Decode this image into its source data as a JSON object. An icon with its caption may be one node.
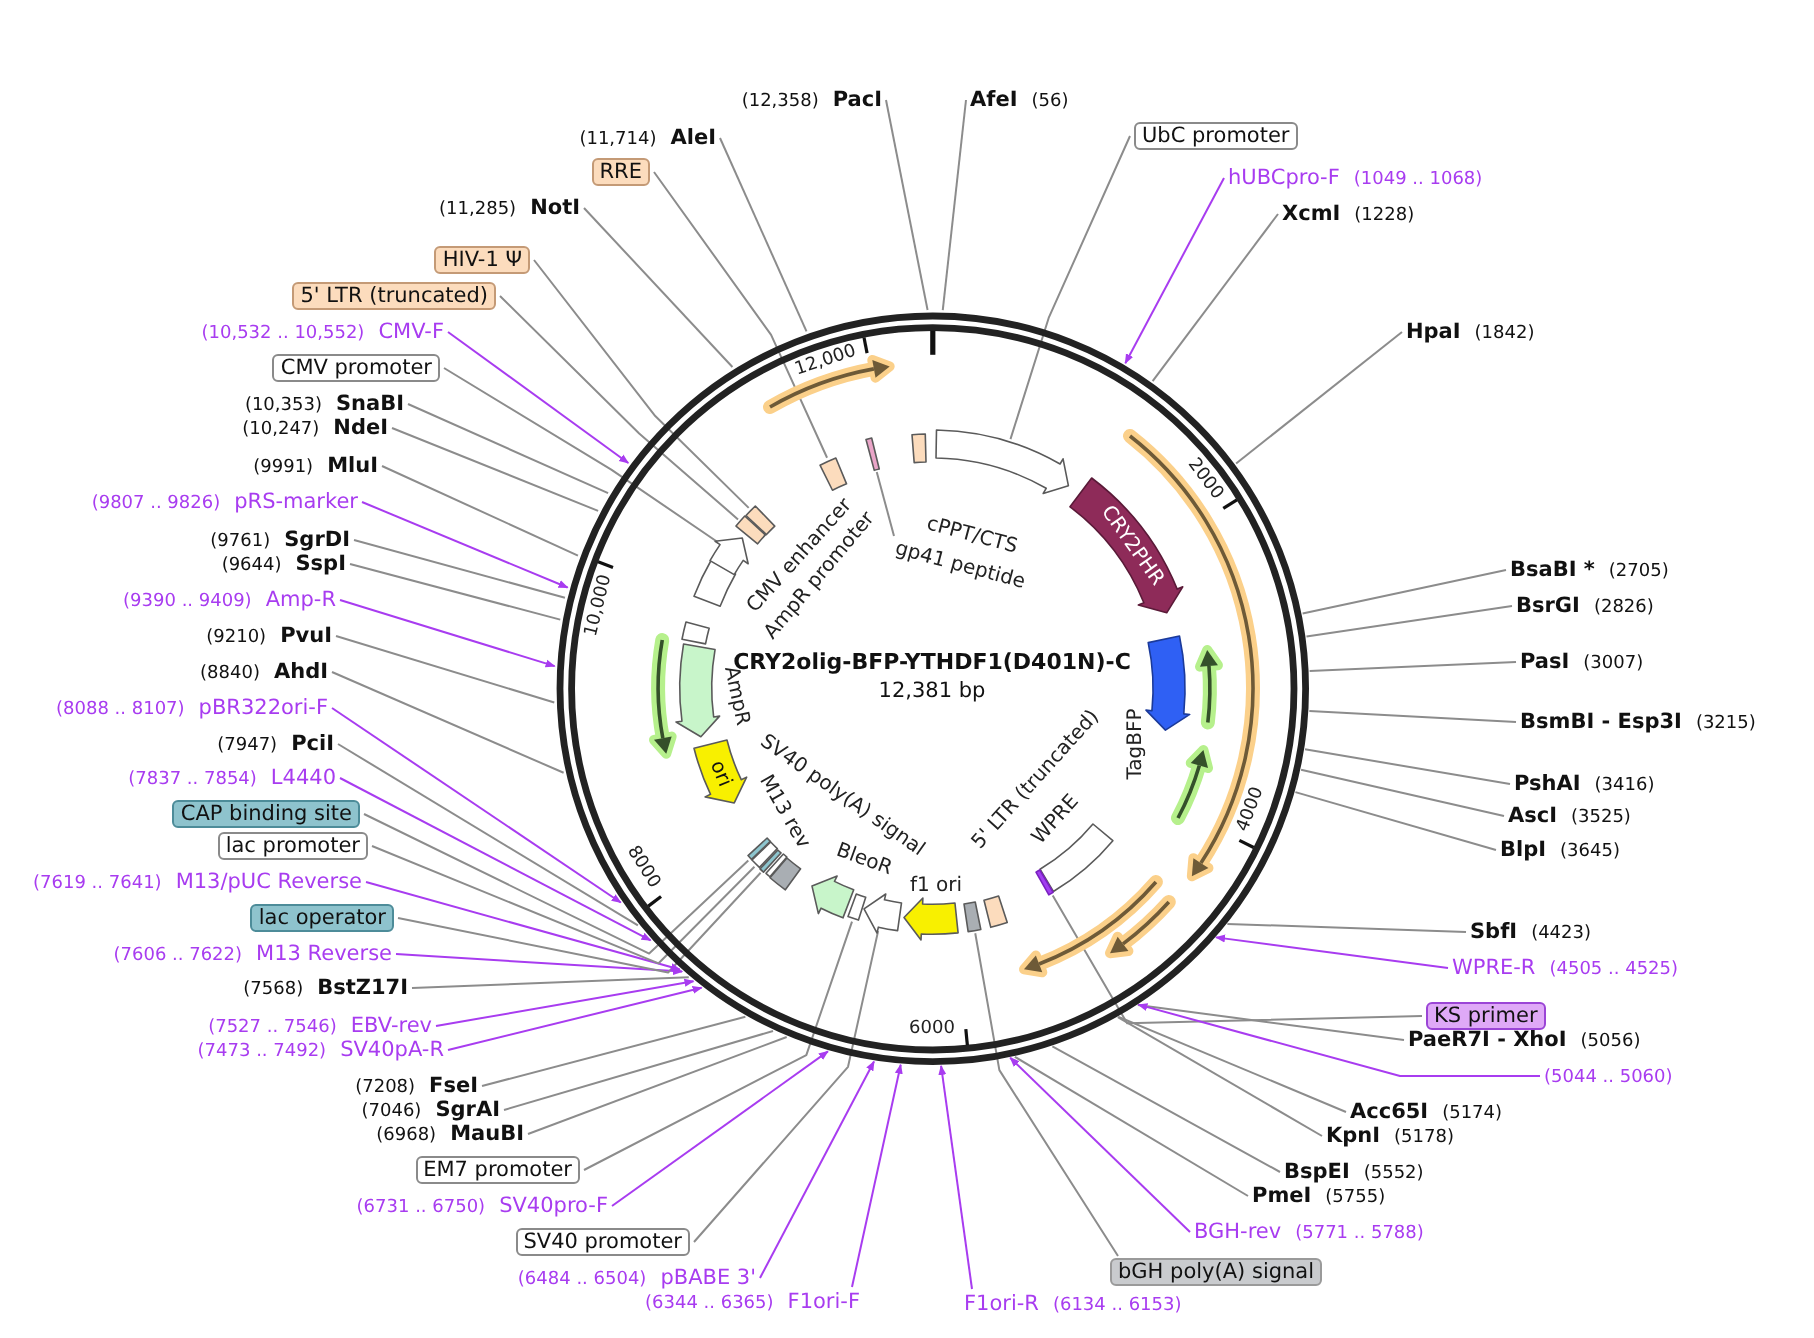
{
  "diagram": {
    "nodes": [
      {
        "text": [
          "CRY2olig-BFP-YTHDF1(D401N)-C",
          "12,381 bp"
        ]
      },
      {
        "text": [
          "cPPT/CTS"
        ],
        "in": 0
      },
      {
        "text": [
          "gp41 peptide"
        ],
        "in": 0
      },
      {
        "text": [
          "CRY2PHR"
        ],
        "in": 0
      },
      {
        "text": [
          "TagBFP"
        ],
        "in": 0
      },
      {
        "text": [
          "WPRE"
        ],
        "in": 0
      },
      {
        "text": [
          "5' LTR (truncated)"
        ],
        "in": 0
      },
      {
        "text": [
          "f1 ori"
        ],
        "in": 0
      },
      {
        "text": [
          "BleoR"
        ],
        "in": 0
      },
      {
        "text": [
          "SV40 poly(A) signal"
        ],
        "in": 0
      },
      {
        "text": [
          "M13 rev"
        ],
        "in": 0
      },
      {
        "text": [
          "ori"
        ],
        "in": 0
      },
      {
        "text": [
          "AmpR"
        ],
        "in": 0
      },
      {
        "text": [
          "AmpR promoter"
        ],
        "in": 0
      },
      {
        "text": [
          "CMV enhancer"
        ],
        "in": 0
      },
      {
        "text": [],
        "shape": "arrow",
        "in": 0
      },
      {
        "text": [],
        "shape": "box",
        "in": 0
      },
      {
        "text": [],
        "shape": "box",
        "in": 0
      },
      {
        "text": [],
        "shape": "arrow",
        "in": 0
      },
      {
        "text": [],
        "shape": "box",
        "in": 0
      },
      {
        "text": [],
        "shape": "box",
        "in": 0
      },
      {
        "text": [],
        "shape": "box",
        "in": 0
      },
      {
        "text": [],
        "shape": "box",
        "in": 0
      },
      {
        "text": [],
        "shape": "arrow",
        "in": 0
      },
      {
        "text": [],
        "shape": "box",
        "in": 0
      },
      {
        "text": [],
        "shape": "box",
        "in": 0
      },
      {
        "text": [],
        "shape": "box",
        "in": 0
      },
      {
        "text": [
          "AfeI",
          "(56)"
        ]
      },
      {
        "text": [
          "UbC promoter"
        ]
      },
      {
        "text": [
          "hUBCpro-F",
          "(1049 .. 1068)"
        ]
      },
      {
        "text": [
          "XcmI",
          "(1228)"
        ]
      },
      {
        "text": [
          "HpaI",
          "(1842)"
        ]
      },
      {
        "text": [
          "BsaBI *",
          "(2705)"
        ]
      },
      {
        "text": [
          "BsrGI",
          "(2826)"
        ]
      },
      {
        "text": [
          "PasI",
          "(3007)"
        ]
      },
      {
        "text": [
          "BsmBI - Esp3I",
          "(3215)"
        ]
      },
      {
        "text": [
          "PshAI",
          "(3416)"
        ]
      },
      {
        "text": [
          "AscI",
          "(3525)"
        ]
      },
      {
        "text": [
          "BlpI",
          "(3645)"
        ]
      },
      {
        "text": [
          "SbfI",
          "(4423)"
        ]
      },
      {
        "text": [
          "WPRE-R",
          "(4505 .. 4525)"
        ]
      },
      {
        "text": [
          "KS primer"
        ]
      },
      {
        "text": [
          "PaeR7I - XhoI",
          "(5056)"
        ]
      },
      {
        "text": [
          "(5044 .. 5060)"
        ]
      },
      {
        "text": [
          "Acc65I",
          "(5174)"
        ]
      },
      {
        "text": [
          "KpnI",
          "(5178)"
        ]
      },
      {
        "text": [
          "BspEI",
          "(5552)"
        ]
      },
      {
        "text": [
          "PmeI",
          "(5755)"
        ]
      },
      {
        "text": [
          "BGH-rev",
          "(5771 .. 5788)"
        ]
      },
      {
        "text": [
          "bGH poly(A) signal"
        ]
      },
      {
        "text": [
          "F1ori-R",
          "(6134 .. 6153)"
        ]
      },
      {
        "text": [
          "(6344 .. 6365)",
          "F1ori-F"
        ]
      },
      {
        "text": [
          "(6484 .. 6504)",
          "pBABE 3'"
        ]
      },
      {
        "text": [
          "SV40 promoter"
        ]
      },
      {
        "text": [
          "(6731 .. 6750)",
          "SV40pro-F"
        ]
      },
      {
        "text": [
          "EM7 promoter"
        ]
      },
      {
        "text": [
          "(6968)",
          "MauBI"
        ]
      },
      {
        "text": [
          "(7046)",
          "SgrAI"
        ]
      },
      {
        "text": [
          "(7208)",
          "FseI"
        ]
      },
      {
        "text": [
          "(7473 .. 7492)",
          "SV40pA-R"
        ]
      },
      {
        "text": [
          "(7527 .. 7546)",
          "EBV-rev"
        ]
      },
      {
        "text": [
          "(7568)",
          "BstZ17I"
        ]
      },
      {
        "text": [
          "(7606 .. 7622)",
          "M13 Reverse"
        ]
      },
      {
        "text": [
          "lac operator"
        ]
      },
      {
        "text": [
          "(7619 .. 7641)",
          "M13/pUC Reverse"
        ]
      },
      {
        "text": [
          "lac promoter"
        ]
      },
      {
        "text": [
          "CAP binding site"
        ]
      },
      {
        "text": [
          "(7837 .. 7854)",
          "L4440"
        ]
      },
      {
        "text": [
          "(7947)",
          "PciI"
        ]
      },
      {
        "text": [
          "(8088 .. 8107)",
          "pBR322ori-F"
        ]
      },
      {
        "text": [
          "(8840)",
          "AhdI"
        ]
      },
      {
        "text": [
          "(9210)",
          "PvuI"
        ]
      },
      {
        "text": [
          "(9390 .. 9409)",
          "Amp-R"
        ]
      },
      {
        "text": [
          "(9644)",
          "SspI"
        ]
      },
      {
        "text": [
          "(9761)",
          "SgrDI"
        ]
      },
      {
        "text": [
          "(9807 .. 9826)",
          "pRS-marker"
        ]
      },
      {
        "text": [
          "(9991)",
          "MluI"
        ]
      },
      {
        "text": [
          "(10,247)",
          "NdeI"
        ]
      },
      {
        "text": [
          "(10,353)",
          "SnaBI"
        ]
      },
      {
        "text": [
          "CMV promoter"
        ]
      },
      {
        "text": [
          "(10,532 .. 10,552)",
          "CMV-F"
        ]
      },
      {
        "text": [
          "5' LTR (truncated)"
        ]
      },
      {
        "text": [
          "HIV-1 Ψ"
        ]
      },
      {
        "text": [
          "(11,285)",
          "NotI"
        ]
      },
      {
        "text": [
          "RRE"
        ]
      },
      {
        "text": [
          "(11,714)",
          "AleI"
        ]
      },
      {
        "text": [
          "(12,358)",
          "PacI"
        ]
      },
      {
        "text": [],
        "shape": "box",
        "in": 0
      }
    ],
    "edges": [
      {
        "from": 27,
        "to": 0,
        "arrow": "none"
      },
      {
        "from": 28,
        "to": 15,
        "arrow": "none"
      },
      {
        "from": 29,
        "to": 0,
        "arrow": "to",
        "color": "#a83cf0"
      },
      {
        "from": 30,
        "to": 0,
        "arrow": "none"
      },
      {
        "from": 31,
        "to": 0,
        "arrow": "none"
      },
      {
        "from": 32,
        "to": 0,
        "arrow": "none"
      },
      {
        "from": 33,
        "to": 0,
        "arrow": "none"
      },
      {
        "from": 34,
        "to": 0,
        "arrow": "none"
      },
      {
        "from": 35,
        "to": 0,
        "arrow": "none"
      },
      {
        "from": 36,
        "to": 0,
        "arrow": "none"
      },
      {
        "from": 37,
        "to": 0,
        "arrow": "none"
      },
      {
        "from": 38,
        "to": 0,
        "arrow": "none"
      },
      {
        "from": 39,
        "to": 0,
        "arrow": "none"
      },
      {
        "from": 40,
        "to": 0,
        "arrow": "to",
        "color": "#a83cf0"
      },
      {
        "from": 41,
        "to": 16,
        "arrow": "none"
      },
      {
        "from": 42,
        "to": 0,
        "arrow": "none"
      },
      {
        "from": 43,
        "to": 0,
        "arrow": "to",
        "color": "#a83cf0"
      },
      {
        "from": 44,
        "to": 0,
        "arrow": "none"
      },
      {
        "from": 45,
        "to": 0,
        "arrow": "none"
      },
      {
        "from": 46,
        "to": 0,
        "arrow": "none"
      },
      {
        "from": 47,
        "to": 0,
        "arrow": "none"
      },
      {
        "from": 48,
        "to": 0,
        "arrow": "to",
        "color": "#a83cf0"
      },
      {
        "from": 49,
        "to": 17,
        "arrow": "none"
      },
      {
        "from": 50,
        "to": 0,
        "arrow": "to",
        "color": "#a83cf0"
      },
      {
        "from": 51,
        "to": 0,
        "arrow": "to",
        "color": "#a83cf0"
      },
      {
        "from": 52,
        "to": 0,
        "arrow": "to",
        "color": "#a83cf0"
      },
      {
        "from": 53,
        "to": 18,
        "arrow": "none"
      },
      {
        "from": 54,
        "to": 0,
        "arrow": "to",
        "color": "#a83cf0"
      },
      {
        "from": 55,
        "to": 19,
        "arrow": "none"
      },
      {
        "from": 56,
        "to": 0,
        "arrow": "none"
      },
      {
        "from": 57,
        "to": 0,
        "arrow": "none"
      },
      {
        "from": 58,
        "to": 0,
        "arrow": "none"
      },
      {
        "from": 59,
        "to": 0,
        "arrow": "to",
        "color": "#a83cf0"
      },
      {
        "from": 60,
        "to": 0,
        "arrow": "to",
        "color": "#a83cf0"
      },
      {
        "from": 61,
        "to": 0,
        "arrow": "none"
      },
      {
        "from": 62,
        "to": 0,
        "arrow": "to",
        "color": "#a83cf0"
      },
      {
        "from": 63,
        "to": 20,
        "arrow": "none"
      },
      {
        "from": 64,
        "to": 0,
        "arrow": "to",
        "color": "#a83cf0"
      },
      {
        "from": 65,
        "to": 21,
        "arrow": "none"
      },
      {
        "from": 66,
        "to": 22,
        "arrow": "none"
      },
      {
        "from": 67,
        "to": 0,
        "arrow": "to",
        "color": "#a83cf0"
      },
      {
        "from": 68,
        "to": 0,
        "arrow": "none"
      },
      {
        "from": 69,
        "to": 0,
        "arrow": "to",
        "color": "#a83cf0"
      },
      {
        "from": 70,
        "to": 0,
        "arrow": "none"
      },
      {
        "from": 71,
        "to": 0,
        "arrow": "none"
      },
      {
        "from": 72,
        "to": 0,
        "arrow": "to",
        "color": "#a83cf0"
      },
      {
        "from": 73,
        "to": 0,
        "arrow": "none"
      },
      {
        "from": 74,
        "to": 0,
        "arrow": "none"
      },
      {
        "from": 75,
        "to": 0,
        "arrow": "to",
        "color": "#a83cf0"
      },
      {
        "from": 76,
        "to": 0,
        "arrow": "none"
      },
      {
        "from": 77,
        "to": 0,
        "arrow": "none"
      },
      {
        "from": 78,
        "to": 0,
        "arrow": "none"
      },
      {
        "from": 79,
        "to": 23,
        "arrow": "none"
      },
      {
        "from": 80,
        "to": 0,
        "arrow": "to",
        "color": "#a83cf0"
      },
      {
        "from": 81,
        "to": 24,
        "arrow": "none"
      },
      {
        "from": 82,
        "to": 25,
        "arrow": "none"
      },
      {
        "from": 83,
        "to": 0,
        "arrow": "none"
      },
      {
        "from": 84,
        "to": 26,
        "arrow": "none"
      },
      {
        "from": 85,
        "to": 0,
        "arrow": "none"
      },
      {
        "from": 86,
        "to": 0,
        "arrow": "none"
      },
      {
        "from": 2,
        "to": 87,
        "arrow": "none"
      }
    ],
    "labels": [
      "12,000",
      "2000",
      "10,000",
      "4000",
      "8000",
      "6000"
    ]
  }
}
